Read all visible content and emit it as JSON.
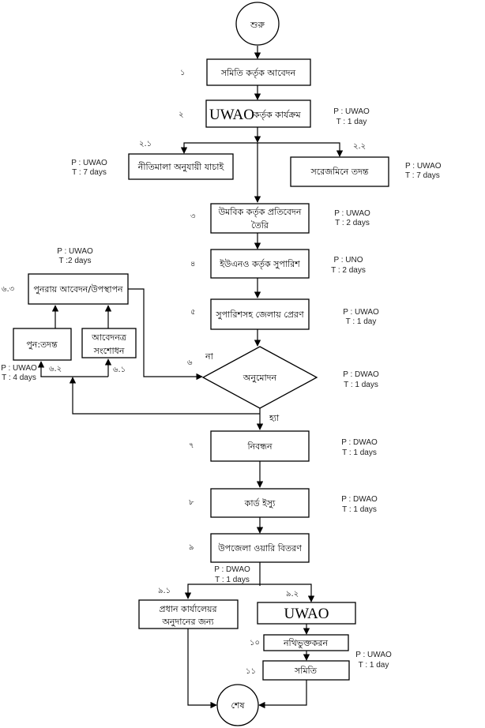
{
  "diagram": {
    "start": "শুরু",
    "end": "শেষ",
    "steps": [
      {
        "num": "১",
        "label": "সমিতি কর্তৃক আবেদন"
      },
      {
        "num": "২",
        "label_en": "UWAO",
        "label": "কর্তৃক কার্যক্রম",
        "p": "P : UWAO",
        "t": "T : 1 day"
      },
      {
        "num": "২.১",
        "label": "নীতিমালা অনুযায়ী যাচাই",
        "p": "P : UWAO",
        "t": "T : 7 days"
      },
      {
        "num": "২.২",
        "label": "সরেজমিনে তদন্ত",
        "p": "P : UWAO",
        "t": "T : 7 days"
      },
      {
        "num": "৩",
        "label_line1": "উমবিক কর্তৃক প্রতিবেদন",
        "label_line2": "তৈরি",
        "p": "P : UWAO",
        "t": "T : 2 days"
      },
      {
        "num": "৪",
        "label": "ইউএনও কর্তৃক সুপারিশ",
        "p": "P : UNO",
        "t": "T : 2 days"
      },
      {
        "num": "৫",
        "label": "সুপারিশসহ জেলায় প্রেরণ",
        "p": "P : UWAO",
        "t": "T : 1 day"
      },
      {
        "num": "৬",
        "label": "অনুমোদন",
        "p": "P : DWAO",
        "t": "T : 1 days",
        "no": "না",
        "yes": "হ্যা"
      },
      {
        "num": "৭",
        "label": "নিবন্ধন",
        "p": "P : DWAO",
        "t": "T : 1 days"
      },
      {
        "num": "৮",
        "label": "কার্ড ইস্যু",
        "p": "P : DWAO",
        "t": "T : 1 days"
      },
      {
        "num": "৯",
        "label": "উপজেলা ওয়ারি বিতরণ",
        "p": "P : DWAO",
        "t": "T : 1 days"
      },
      {
        "num": "৯.১",
        "label_line1": "প্রধান কার্যালেয়র",
        "label_line2": "অনুদানের জন্য"
      },
      {
        "num": "৯.২",
        "label": "UWAO"
      },
      {
        "num": "১০",
        "label": "নথিভুক্তকরন",
        "p": "P : UWAO",
        "t": "T : 1 day"
      },
      {
        "num": "১১",
        "label": "সমিতি"
      }
    ],
    "rework": [
      {
        "num": "৬.১",
        "label_line1": "আবেদনত্র",
        "label_line2": "সংশোধন"
      },
      {
        "num": "৬.২",
        "label": "পুন:তদন্ত",
        "p": "P : UWAO",
        "t": "T : 4 days"
      },
      {
        "num": "৬.৩",
        "label": "পুনরায় আবেদন/উপস্থাপন",
        "p": "P : UWAO",
        "t": "T :2 days"
      }
    ]
  }
}
